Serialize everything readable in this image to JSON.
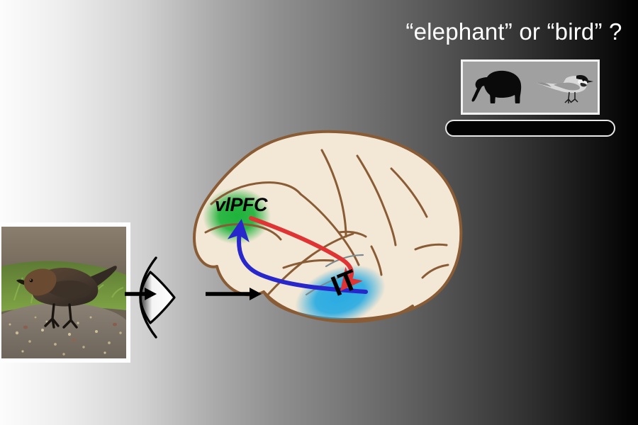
{
  "figure": {
    "domain": "neuroscience-diagram",
    "title": "“elephant” or “bird” ?",
    "background": {
      "style": "horizontal-grayscale-gradient",
      "from_color": "#fcfcfc",
      "to_color": "#000000"
    }
  },
  "stimulus_monitor": {
    "name": "choice-display-monitor",
    "screen_color": "#a0a0a0",
    "bezel_color": "#f2f2f2",
    "base_color": "#030303",
    "choices": [
      {
        "id": "elephant",
        "label": "elephant",
        "position": "left",
        "style": "black-silhouette"
      },
      {
        "id": "bird",
        "label": "bird",
        "position": "right",
        "style": "grayscale-photo-cutout"
      }
    ]
  },
  "brain": {
    "name": "macaque-lateral-brain",
    "view": "lateral",
    "fill_color": "#f3e7d5",
    "outline_color": "#8a5c36",
    "sulci_color": "#8a5c36",
    "ventral_wedge_color": "#8f6239",
    "regions": [
      {
        "id": "vlpfc",
        "label": "vlPFC",
        "full_name": "ventrolateral prefrontal cortex",
        "color": "#1eb33a",
        "location": "frontal"
      },
      {
        "id": "it",
        "label": "IT",
        "full_name": "inferior temporal cortex",
        "color": "#29abe2",
        "location": "temporal"
      }
    ],
    "connections": [
      {
        "id": "feedforward",
        "from": "IT",
        "to": "vlPFC",
        "color": "#2727cc",
        "direction": "bottom-up"
      },
      {
        "id": "feedback",
        "from": "vlPFC",
        "to": "IT",
        "color": "#e03434",
        "direction": "top-down"
      }
    ]
  },
  "input_stimulus": {
    "name": "bird-photograph",
    "subject": "brown-headed cowbird",
    "frame_color": "#fdfdfd",
    "scene": "bird standing on stone with grass and scattered seed"
  },
  "eye": {
    "name": "eye-lens-schematic",
    "color": "#000000",
    "lens_fill": "white-to-gray-gradient"
  },
  "flow_arrows": [
    {
      "id": "image-to-eye",
      "color": "#000000"
    },
    {
      "id": "eye-to-brain",
      "color": "#000000"
    }
  ]
}
